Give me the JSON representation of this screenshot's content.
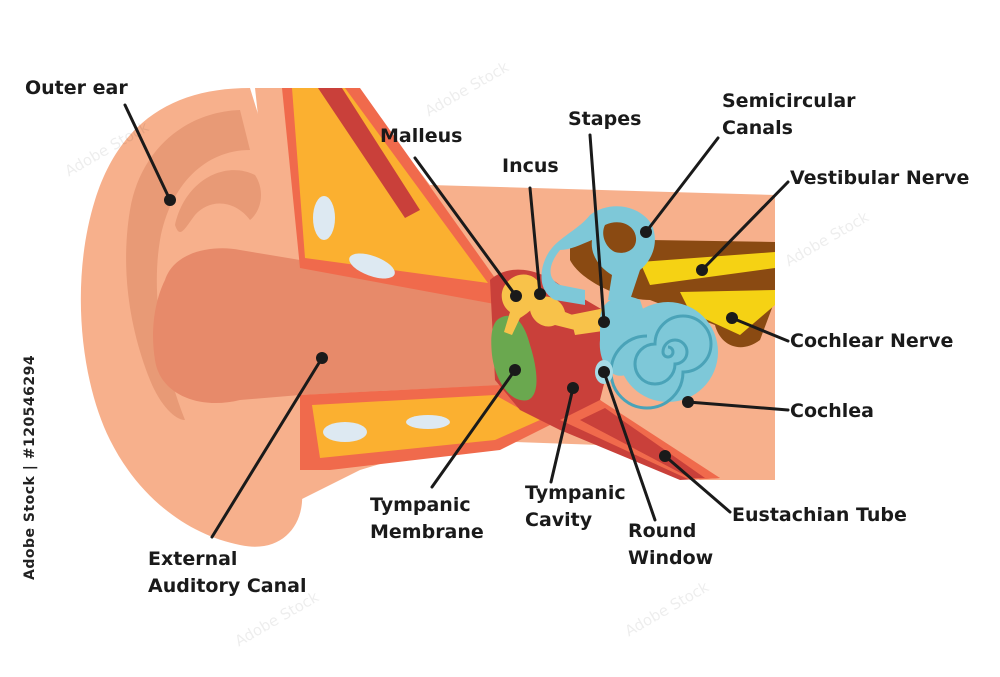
{
  "labels": {
    "outer_ear": "Outer ear",
    "malleus": "Malleus",
    "incus": "Incus",
    "stapes": "Stapes",
    "semicircular_canals": [
      "Semicircular",
      "Canals"
    ],
    "vestibular_nerve": "Vestibular Nerve",
    "cochlear_nerve": "Cochlear Nerve",
    "cochlea": "Cochlea",
    "eustachian_tube": "Eustachian Tube",
    "round_window": [
      "Round",
      "Window"
    ],
    "tympanic_cavity": [
      "Tympanic",
      "Cavity"
    ],
    "tympanic_membrane": [
      "Tympanic",
      "Membrane"
    ],
    "external_auditory_canal": [
      "External",
      "Auditory Canal"
    ]
  },
  "stock_id": "Adobe Stock | #120546294",
  "watermark": "Adobe Stock",
  "colors": {
    "skin": "#f7b08c",
    "skin_dark": "#e89a76",
    "canal": "#e78a6a",
    "bone": "#fbb030",
    "bone_edge": "#f06a4c",
    "membrane": "#6aa84f",
    "cavity": "#c9403a",
    "ossicles": "#f8c24a",
    "labyrinth": "#7ec8d8",
    "nerve_yellow": "#f5d214",
    "nerve_brown": "#8a4a12"
  }
}
